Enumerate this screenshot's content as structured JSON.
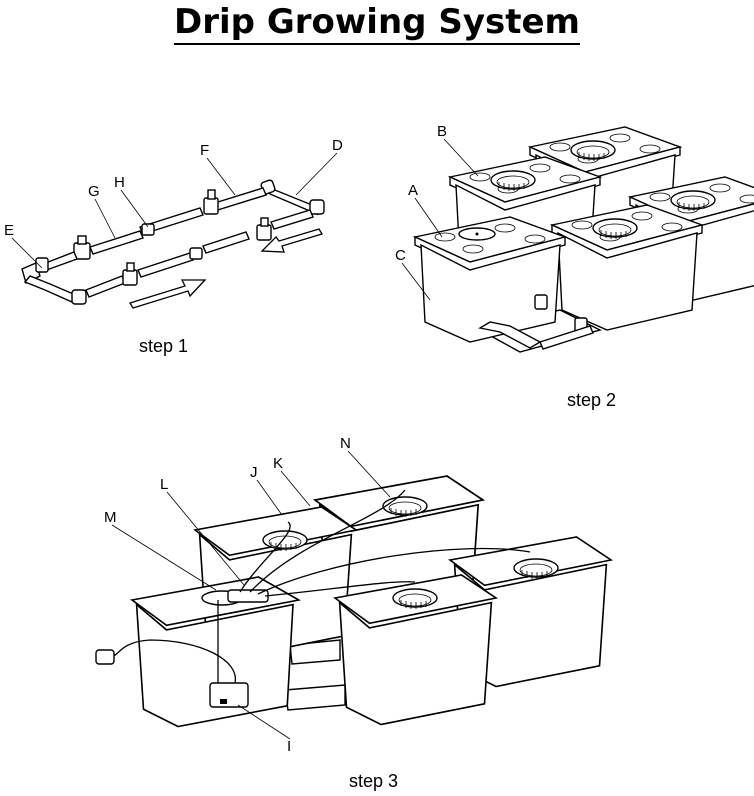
{
  "title": "Drip Growing System",
  "steps": {
    "step1": "step 1",
    "step2": "step 2",
    "step3": "step 3"
  },
  "labels": {
    "step1": {
      "D": "D",
      "E": "E",
      "F": "F",
      "G": "G",
      "H": "H"
    },
    "step2": {
      "A": "A",
      "B": "B",
      "C": "C"
    },
    "step3": {
      "I": "I",
      "J": "J",
      "K": "K",
      "L": "L",
      "M": "M",
      "N": "N"
    }
  }
}
